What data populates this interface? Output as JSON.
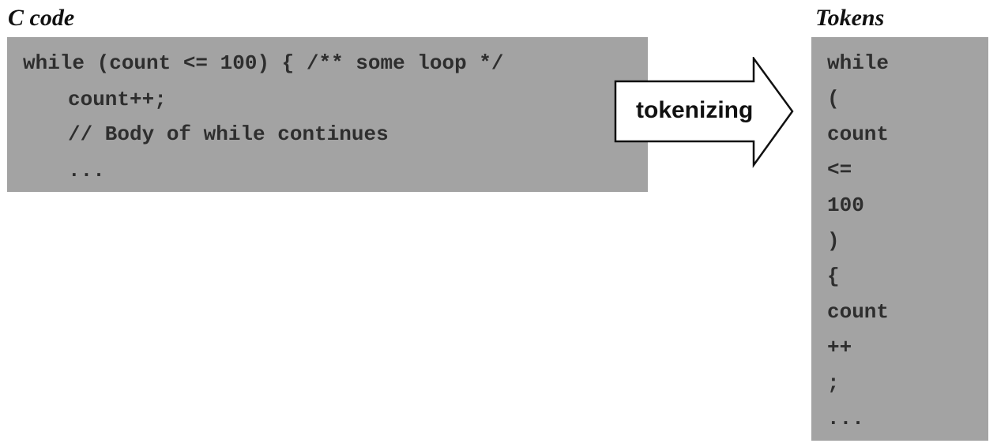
{
  "code_section": {
    "heading": "C code",
    "lines": [
      "while (count <= 100) { /** some loop */",
      "count++;",
      "// Body of while continues",
      "..."
    ]
  },
  "arrow": {
    "label": "tokenizing"
  },
  "tokens_section": {
    "heading": "Tokens",
    "tokens": [
      "while",
      "(",
      "count",
      "<=",
      "100",
      ")",
      "{",
      "count",
      "++",
      ";",
      "..."
    ]
  },
  "colors": {
    "panel_background": "#a3a3a3",
    "text": "#2e2e2e",
    "page_background": "#ffffff"
  }
}
